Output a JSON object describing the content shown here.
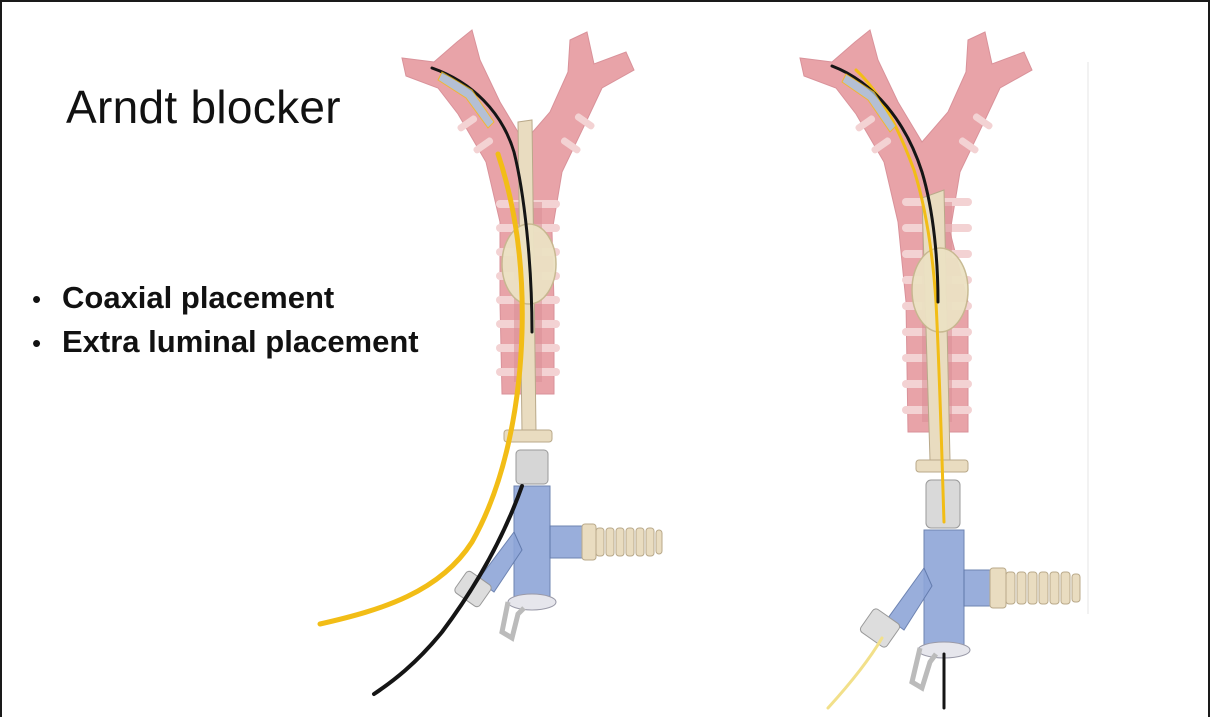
{
  "slide": {
    "title": "Arndt blocker",
    "bullets": [
      {
        "marker": "•",
        "text": "Coaxial placement"
      },
      {
        "marker": "•",
        "text": "Extra luminal placement"
      }
    ]
  },
  "colors": {
    "airway_pink": "#e8a3a8",
    "airway_dark": "#c97a82",
    "cartilage": "#f3d2d3",
    "tube_beige": "#e9dcc0",
    "cuff": "#ece2c4",
    "adapter_blue": "#8ea6d8",
    "blocker_yellow": "#f2bd16",
    "guide_black": "#151515",
    "connector_gray": "#c9c9c9"
  },
  "illustrations": [
    {
      "id": "extraluminal",
      "description_icon": "airway-blocker-extraluminal-illustration"
    },
    {
      "id": "coaxial",
      "description_icon": "airway-blocker-coaxial-illustration"
    }
  ]
}
